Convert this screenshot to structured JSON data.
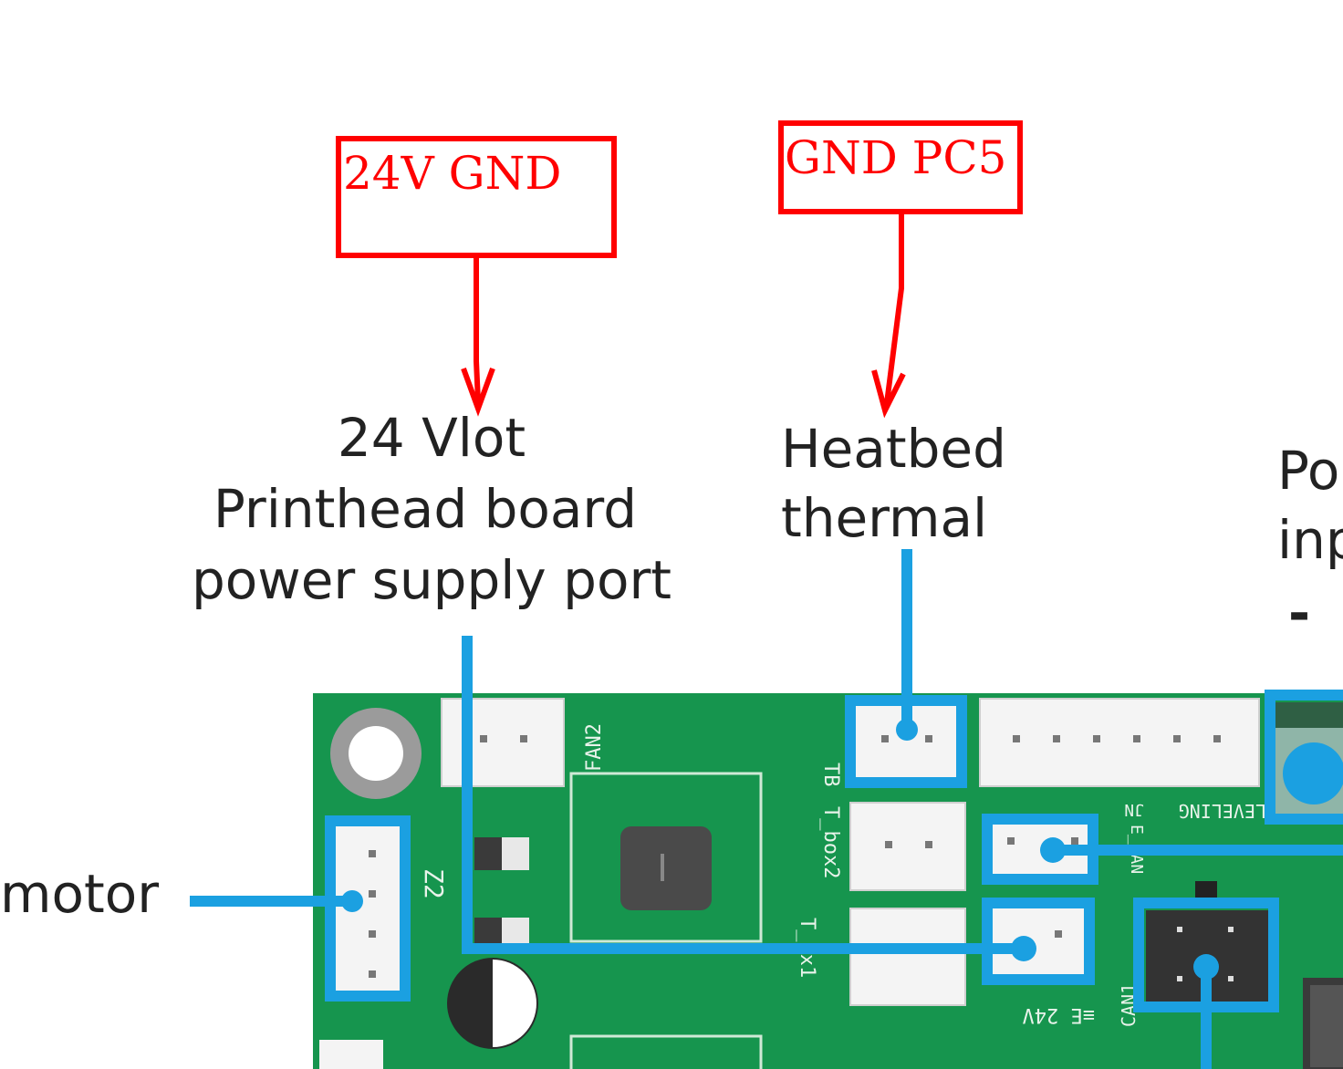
{
  "callouts": {
    "box1": "24V GND",
    "box2": "GND PC5"
  },
  "descriptions": {
    "power_line1": "24 Vlot",
    "power_line2": "Printhead board",
    "power_line3": "power supply port",
    "heatbed_line1": "Heatbed",
    "heatbed_line2": "thermal",
    "power_input_line1": "Po",
    "power_input_line2": "inp",
    "power_input_line3": "-",
    "motor": "motor"
  },
  "silkscreen": {
    "fan2": "FAN2",
    "tb": "TB",
    "tbox2": "T_box2",
    "tbox1": "T_bx1",
    "z2": "Z2",
    "e24v": "≡E 24V",
    "can1": "CAN1",
    "leveling": "LEVELING",
    "jn": "JN",
    "e_fan": "E_FAN"
  },
  "colors": {
    "callout_red": "#ff0000",
    "leader_blue": "#1ba0e1",
    "pcb_green": "#16954e",
    "connector_white": "#f4f4f4"
  }
}
